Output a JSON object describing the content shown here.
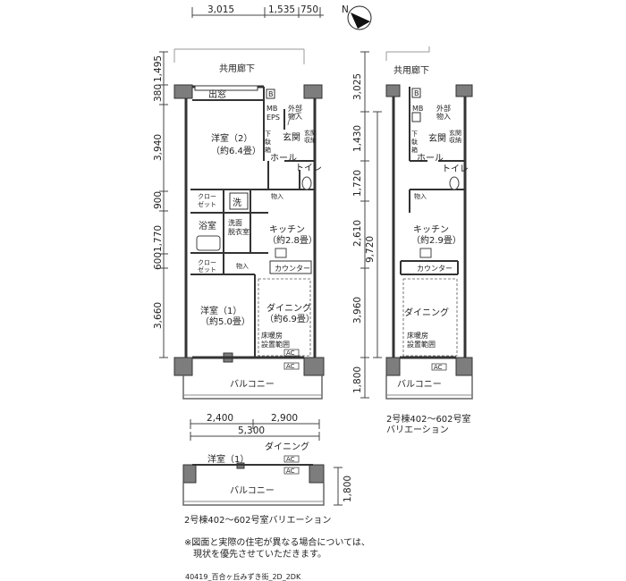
{
  "dimensions": {
    "top": [
      "3,015",
      "1,535",
      "750"
    ],
    "left": [
      "1,495",
      "380",
      "3,940",
      "900",
      "1,770",
      "600",
      "3,660"
    ],
    "middle": [
      "3,025",
      "1,430",
      "1,720",
      "2,610",
      "9,720",
      "3,960",
      "1,800"
    ],
    "bottom_a": [
      "2,400",
      "2,900"
    ],
    "bottom_total": "5,300",
    "variation_right": "1,800"
  },
  "main_plan": {
    "corridor": "共用廊下",
    "window": "出窓",
    "bedroom2": [
      "洋室（2）",
      "（約6.4畳）"
    ],
    "mb": "MB",
    "eps": "EPS",
    "outer_storage": [
      "外部",
      "物入"
    ],
    "b": "B",
    "shoe_box": [
      "下",
      "駄",
      "箱"
    ],
    "entrance": "玄関",
    "entrance_storage": [
      "玄関",
      "収納"
    ],
    "hall": "ホール",
    "toilet": "トイレ",
    "closet1": [
      "クロー",
      "ゼット"
    ],
    "wash": "洗",
    "storage": "物入",
    "bath": "浴室",
    "dressing": [
      "洗面",
      "脱衣室"
    ],
    "kitchen": [
      "キッチン",
      "（約2.8畳）"
    ],
    "closet2": [
      "クロー",
      "ゼット"
    ],
    "storage2": "物入",
    "counter": "カウンター",
    "bedroom1": [
      "洋室（1）",
      "（約5.0畳）"
    ],
    "dining": [
      "ダイニング",
      "（約6.9畳）"
    ],
    "floor_heating": [
      "床暖房",
      "設置範囲"
    ],
    "ac1": "AC",
    "ac2": "AC",
    "balcony": "バルコニー"
  },
  "variation_plan": {
    "corridor": "共用廊下",
    "b": "B",
    "mb": "MB",
    "outer_storage": [
      "外部",
      "物入"
    ],
    "shoe_box": [
      "下",
      "駄",
      "箱"
    ],
    "entrance": "玄関",
    "entrance_storage": [
      "玄関",
      "収納"
    ],
    "hall": "ホール",
    "toilet": "トイレ",
    "storage": "物入",
    "kitchen": [
      "キッチン",
      "（約2.9畳）"
    ],
    "counter": "カウンター",
    "dining": "ダイニング",
    "floor_heating": [
      "床暖房",
      "設置範囲"
    ],
    "ac": "AC",
    "balcony": "バルコニー",
    "caption": [
      "2号棟402～602号室",
      "バリエーション"
    ]
  },
  "bottom_variation": {
    "dining": "ダイニング",
    "bedroom1": "洋室（1）",
    "ac1": "AC",
    "ac2": "AC",
    "balcony": "バルコニー",
    "caption": "2号棟402～602号室バリエーション"
  },
  "north_label": "N",
  "notes": [
    "※図面と実際の住宅が異なる場合については、",
    "現状を優先させていただきます。"
  ],
  "footer_code": "40419_百合ヶ丘みずき街_2D_2DK"
}
